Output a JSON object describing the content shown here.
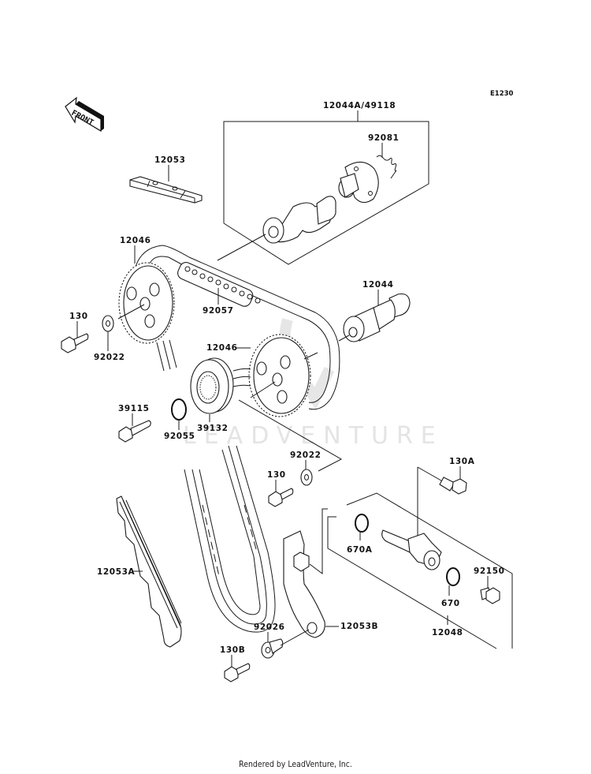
{
  "diagram": {
    "code": "E1230",
    "watermark": "LEADVENTURE",
    "front_indicator": "FRONT",
    "footer": "Rendered by LeadVenture, Inc."
  },
  "parts": {
    "camshaft_assy_a": "12044A/49118",
    "spring": "92081",
    "chain_guide_top": "12053",
    "sprocket_upper": "12046",
    "chain": "92057",
    "camshaft": "12044",
    "bolt_upper": "130",
    "washer_upper": "92022",
    "sprocket_lower": "12046",
    "bolt_39115": "39115",
    "oring_92055": "92055",
    "pulley": "39132",
    "washer_lower": "92022",
    "bolt_lower": "130",
    "bolt_130a": "130A",
    "oring_670a": "670A",
    "bolt_92150": "92150",
    "oring_670": "670",
    "tensioner": "12048",
    "chain_guide_a": "12053A",
    "collar": "92026",
    "chain_guide_b": "12053B",
    "bolt_130b": "130B"
  }
}
